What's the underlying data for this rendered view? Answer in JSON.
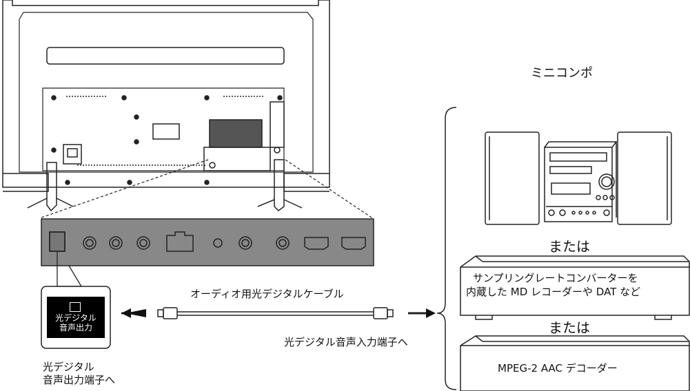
{
  "title_minicompo": "ミニコンポ",
  "or_label_1": "または",
  "or_label_2": "または",
  "device_sample_rate_line1": "サンプリングレートコンバーターを",
  "device_sample_rate_line2": "内蔵した MD レコーダーや DAT など",
  "device_decoder": "MPEG-2 AAC デコーダー",
  "cable_label": "オーディオ用光デジタルケーブル",
  "input_label": "光デジタル音声入力端子へ",
  "tv_port_label_line1": "光デジタル",
  "tv_port_label_line2": "音声出力",
  "output_label_line1": "光デジタル",
  "output_label_line2": "音声出力端子へ"
}
